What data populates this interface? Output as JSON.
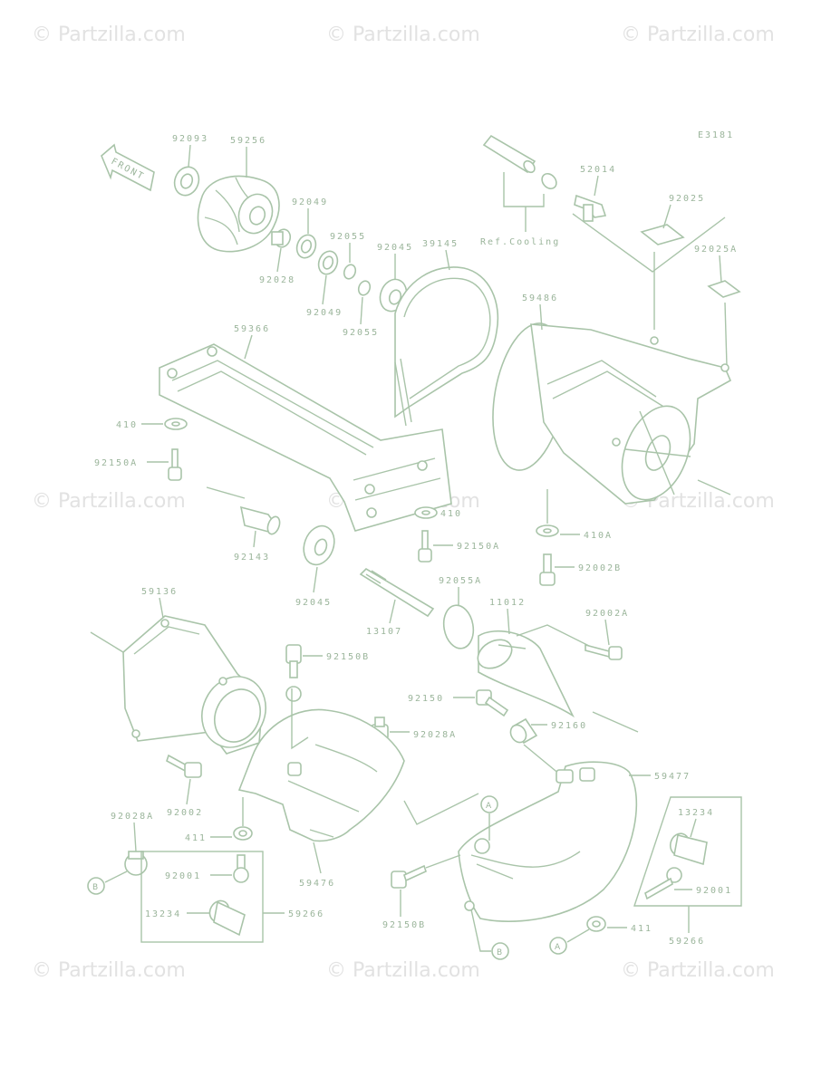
{
  "watermark": "© Partzilla.com",
  "diagram_code": "E3181",
  "front_label": "FRONT",
  "ref_label": "Ref.Cooling",
  "callouts": {
    "A": "A",
    "B": "B"
  },
  "parts": {
    "p92093": "92093",
    "p59256": "59256",
    "p92049a": "92049",
    "p92055a": "92055",
    "p92045a": "92045",
    "p39145": "39145",
    "p92028": "92028",
    "p92049b": "92049",
    "p92055b": "92055",
    "p52014": "52014",
    "p92025": "92025",
    "p92025A": "92025A",
    "p59366": "59366",
    "p59486": "59486",
    "p410": "410",
    "p92150A_l": "92150A",
    "p92143": "92143",
    "p410b": "410",
    "p92150A_r": "92150A",
    "p410A": "410A",
    "p92002B": "92002B",
    "p92045b": "92045",
    "p59136": "59136",
    "p92055A": "92055A",
    "p11012": "11012",
    "p92002A": "92002A",
    "p13107": "13107",
    "p92150B_t": "92150B",
    "p92150": "92150",
    "p92160": "92160",
    "p92028A_r": "92028A",
    "p59477": "59477",
    "p92002": "92002",
    "p92028A_l": "92028A",
    "p13234_r": "13234",
    "p411_l": "411",
    "p59476": "59476",
    "p92001_l": "92001",
    "p92001_r": "92001",
    "p13234_l": "13234",
    "p59266_l": "59266",
    "p92150B_b": "92150B",
    "p411_r": "411",
    "p59266_r": "59266"
  }
}
